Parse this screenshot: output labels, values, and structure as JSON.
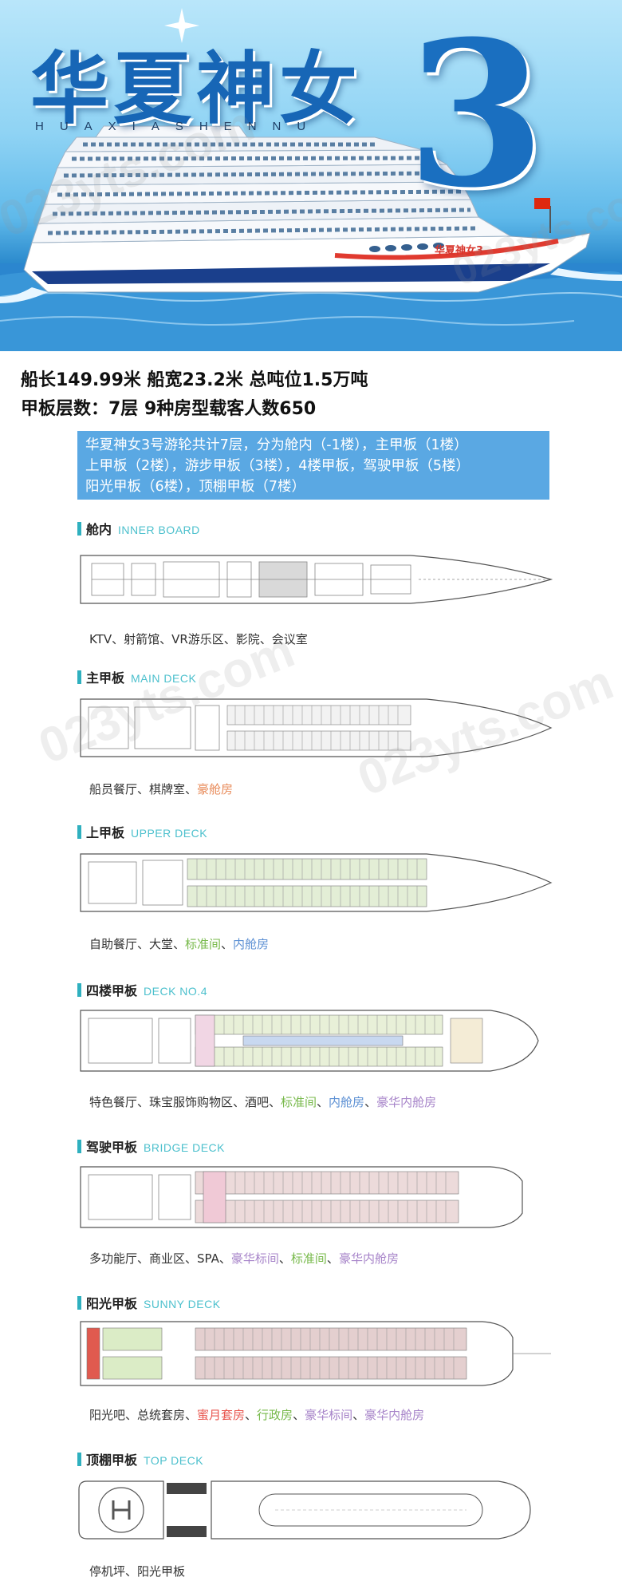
{
  "hero": {
    "title": "华夏神女",
    "number": "3",
    "subtitle": "HUAXIASHENNU",
    "hull_name": "华夏神女3"
  },
  "specs": {
    "line1": "船长149.99米  船宽23.2米  总吨位1.5万吨",
    "line2": "甲板层数：7层  9种房型载客人数650"
  },
  "intro": {
    "lines": [
      "华夏神女3号游轮共计7层，分为舱内（-1楼），主甲板（1楼）",
      "上甲板（2楼），游步甲板（3楼），4楼甲板，驾驶甲板（5楼）",
      "阳光甲板（6楼），顶棚甲板（7楼）"
    ]
  },
  "watermark": "023yts.com",
  "decks": [
    {
      "title": "舱内",
      "en": "INNER BOARD",
      "caption": [
        "KTV、射箭馆、VR游乐区、影院、会议室"
      ]
    },
    {
      "title": "主甲板",
      "en": "MAIN DECK",
      "caption": [
        "船员餐厅、棋牌室、",
        "豪舱房"
      ]
    },
    {
      "title": "上甲板",
      "en": "UPPER DECK",
      "caption": [
        "自助餐厅、大堂、",
        "标准间",
        "、",
        "内舱房"
      ]
    },
    {
      "title": "四楼甲板",
      "en": "DECK NO.4",
      "caption": [
        "特色餐厅、珠宝服饰购物区、酒吧、",
        "标准间",
        "、",
        "内舱房",
        "、",
        "豪华内舱房"
      ]
    },
    {
      "title": "驾驶甲板",
      "en": "BRIDGE DECK",
      "caption": [
        "多功能厅、商业区、SPA、",
        "豪华标间",
        "、",
        "标准间",
        "、",
        "豪华内舱房"
      ]
    },
    {
      "title": "阳光甲板",
      "en": "SUNNY DECK",
      "caption": [
        "阳光吧、总统套房、",
        "蜜月套房",
        "、",
        "行政房",
        "、",
        "豪华标间",
        "、",
        "豪华内舱房"
      ]
    },
    {
      "title": "顶棚甲板",
      "en": "TOP DECK",
      "caption": [
        "停机坪、阳光甲板"
      ]
    }
  ],
  "colors": {
    "intro_bg": "#5aa8e3",
    "accent_bar": "#2fb0bf",
    "standard_room": "#77b94a",
    "inner_cabin": "#5b8fd3",
    "deluxe_inner": "#a784c9"
  }
}
